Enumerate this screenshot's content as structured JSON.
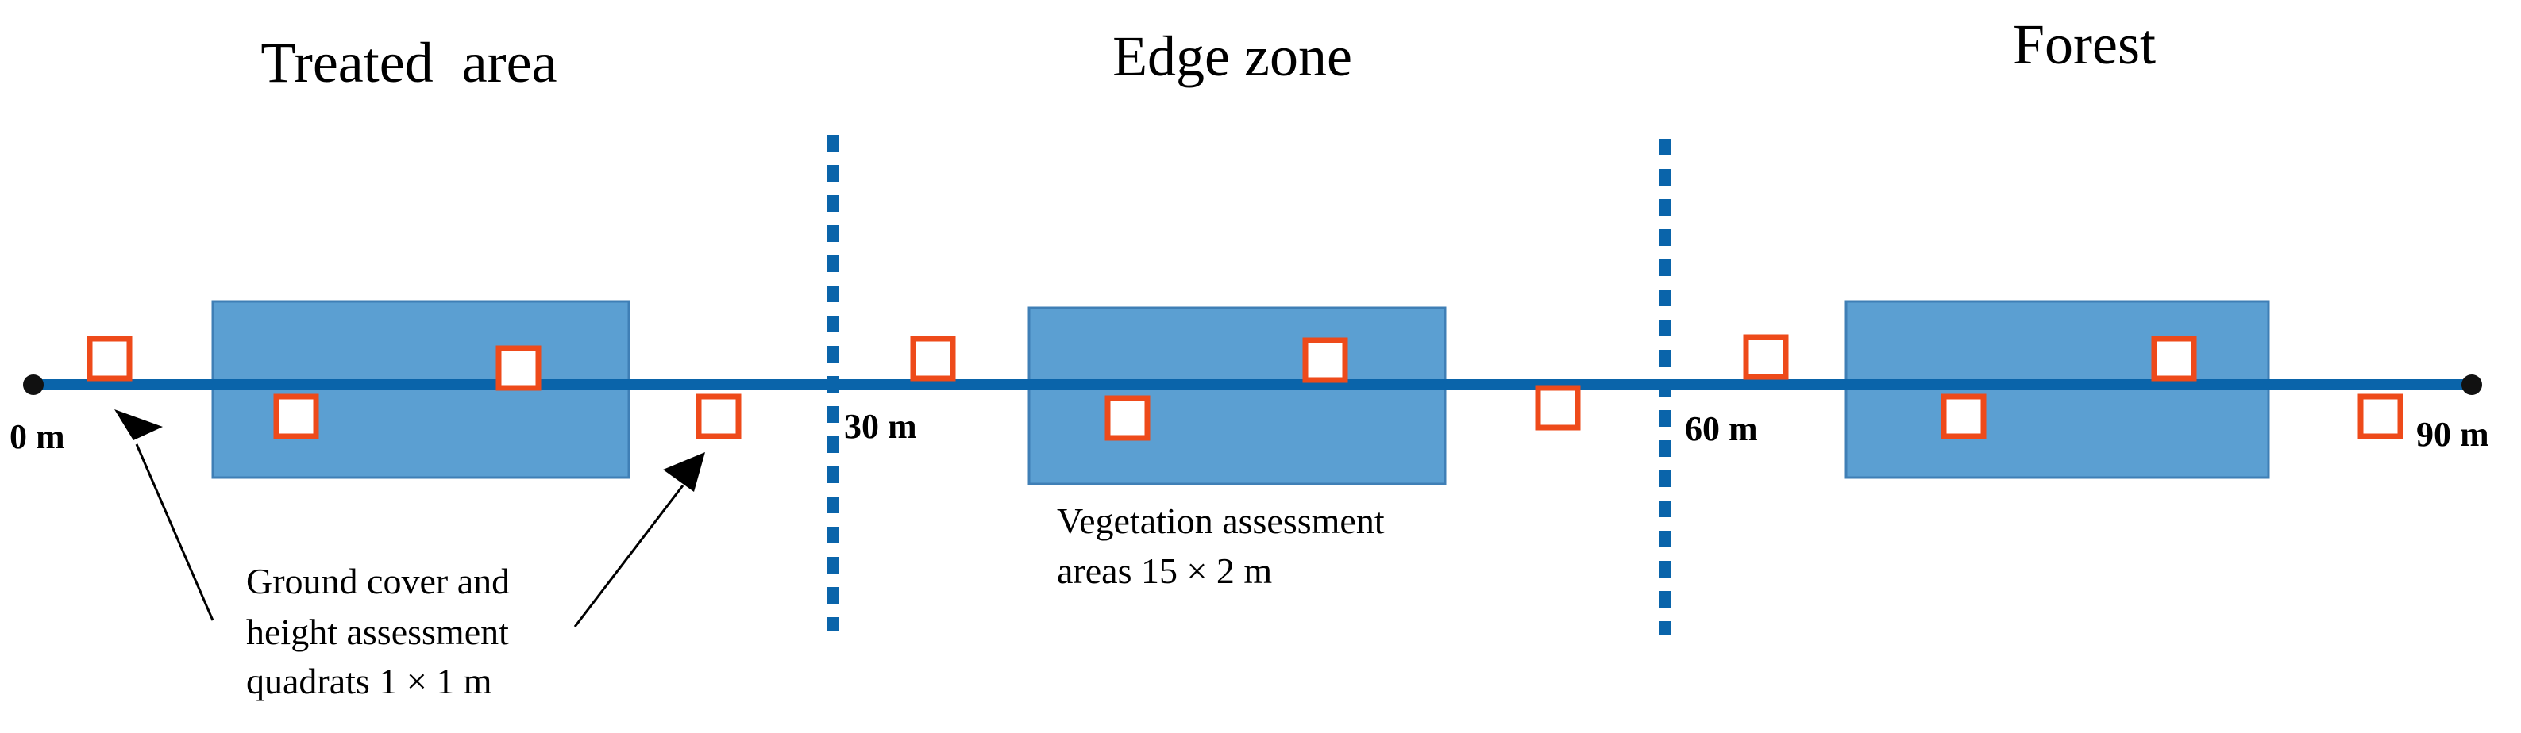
{
  "zones": [
    {
      "title": "Treated  area"
    },
    {
      "title": "Edge zone"
    },
    {
      "title": "Forest"
    }
  ],
  "distances": [
    {
      "label": "0 m"
    },
    {
      "label": "30 m"
    },
    {
      "label": "60 m"
    },
    {
      "label": "90 m"
    }
  ],
  "annotations": {
    "quadrats_note": [
      "Ground cover and",
      "height assessment",
      "quadrats 1 × 1 m"
    ],
    "vegetation_note": [
      "Vegetation assessment",
      "areas 15 × 2 m"
    ]
  },
  "colors": {
    "transect": "#0a64aa",
    "vegetation_area": "#5b9fd2",
    "quadrat_outline": "#ee4a1a"
  }
}
